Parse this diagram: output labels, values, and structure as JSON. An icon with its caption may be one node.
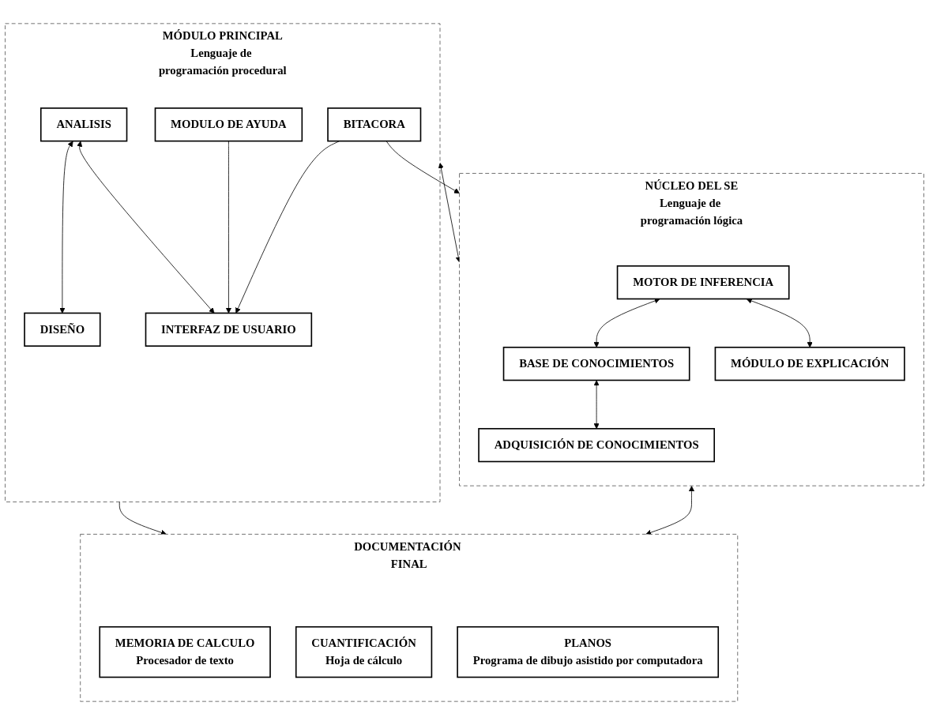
{
  "diagram": {
    "nodes": [
      {
        "text": [
          "MÓDULO PRINCIPAL",
          "Lenguaje de programación procedural"
        ]
      },
      {
        "text": [
          "ANALISIS"
        ],
        "in": 0
      },
      {
        "text": [
          "DISEÑO"
        ],
        "in": 0
      },
      {
        "text": [
          "INTERFAZ DE USUARIO"
        ],
        "in": 0
      },
      {
        "text": [
          "MODULO DE AYUDA"
        ],
        "in": 0
      },
      {
        "text": [
          "BITACORA"
        ],
        "in": 0
      },
      {
        "text": [
          "NÚCLEO DEL SE",
          "Lenguaje de programación lógica"
        ]
      },
      {
        "text": [
          "MOTOR DE INFERENCIA"
        ],
        "in": 6
      },
      {
        "text": [
          "BASE DE CONOCIMIENTOS"
        ],
        "in": 6
      },
      {
        "text": [
          "ADQUISICIÓN DE CONOCIMIENTOS"
        ],
        "in": 6
      },
      {
        "text": [
          "MÓDULO DE EXPLICACIÓN"
        ],
        "in": 6
      },
      {
        "text": [
          "DOCUMENTACIÓN FINAL"
        ]
      },
      {
        "text": [
          "MEMORIA DE CALCULO",
          "Procesador de texto"
        ],
        "in": 11
      },
      {
        "text": [
          "CUANTIFICACIÓN",
          "Hoja de cálculo"
        ],
        "in": 11
      },
      {
        "text": [
          "PLANOS",
          "Programa de dibujo asistido por computadora"
        ],
        "in": 11
      }
    ],
    "edges": [
      {
        "from": 1,
        "to": 2,
        "arrow": "both"
      },
      {
        "from": 1,
        "to": 3,
        "arrow": "both"
      },
      {
        "from": 4,
        "to": 3,
        "arrow": "to"
      },
      {
        "from": 5,
        "to": 3,
        "arrow": "to"
      },
      {
        "from": 5,
        "to": 6,
        "arrow": "to"
      },
      {
        "from": 0,
        "to": 6,
        "arrow": "both"
      },
      {
        "from": 0,
        "to": 11,
        "arrow": "to"
      },
      {
        "from": 7,
        "to": 8,
        "arrow": "both"
      },
      {
        "from": 8,
        "to": 9,
        "arrow": "both"
      },
      {
        "from": 7,
        "to": 10,
        "arrow": "both"
      },
      {
        "from": 6,
        "to": 11,
        "arrow": "both"
      }
    ]
  }
}
